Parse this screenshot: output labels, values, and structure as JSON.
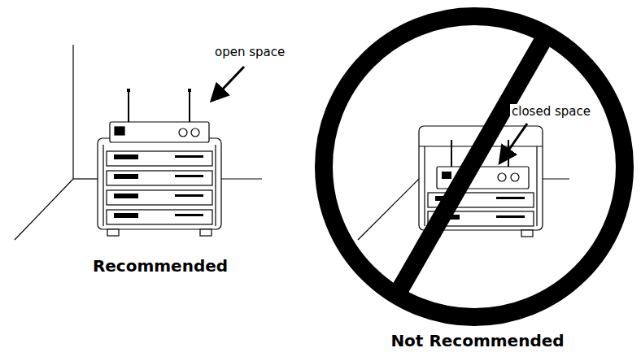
{
  "diagram": {
    "labels": [
      "open space",
      "Recommended",
      "closed space",
      "Not Recommended"
    ]
  }
}
